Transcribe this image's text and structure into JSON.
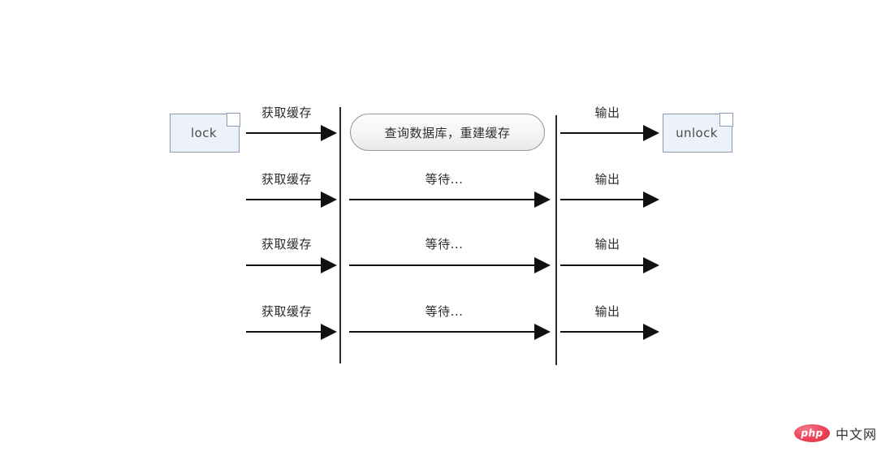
{
  "diagram": {
    "title": "cache rebuild with lock sequence",
    "colors": {
      "node_fill": "#edf1f9",
      "node_border": "#8a9ab5",
      "pill_border": "#9a9a9a",
      "arrow": "#111111",
      "divider": "#2b2b2b",
      "watermark_red": "#ec4257"
    },
    "nodes": {
      "lock": "lock",
      "unlock": "unlock",
      "process": "查询数据库，重建缓存"
    },
    "rows": [
      {
        "left_label": "获取缓存",
        "middle_label": "",
        "right_label": "输出"
      },
      {
        "left_label": "获取缓存",
        "middle_label": "等待...",
        "right_label": "输出"
      },
      {
        "left_label": "获取缓存",
        "middle_label": "等待...",
        "right_label": "输出"
      },
      {
        "left_label": "获取缓存",
        "middle_label": "等待...",
        "right_label": "输出"
      }
    ]
  },
  "watermark": {
    "logo_text": "php",
    "site_text": "中文网"
  }
}
